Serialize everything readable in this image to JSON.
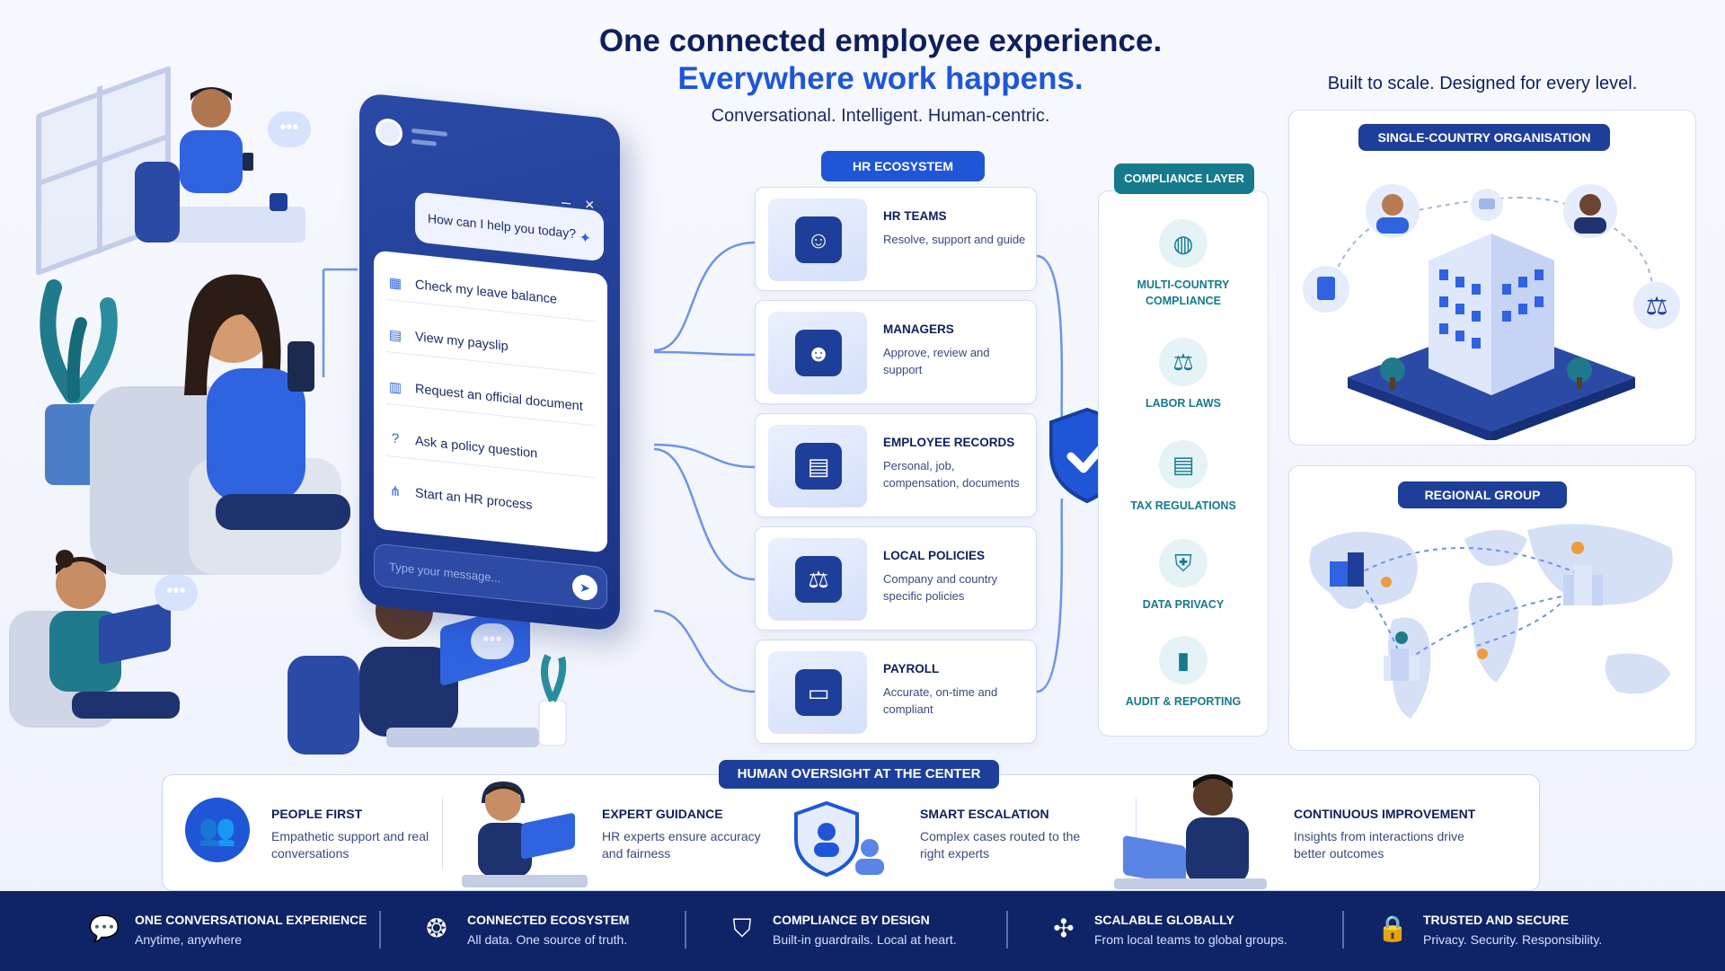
{
  "header": {
    "line1": "One connected employee experience.",
    "line2": "Everywhere work happens.",
    "tagline": "Conversational. Intelligent. Human-centric.",
    "scale_title": "Built to scale. Designed for every level."
  },
  "chat": {
    "prompt": "How can I help you today?",
    "menu": [
      {
        "label": "Check my leave balance",
        "icon": "calendar-icon"
      },
      {
        "label": "View my payslip",
        "icon": "document-icon"
      },
      {
        "label": "Request an official document",
        "icon": "file-icon"
      },
      {
        "label": "Ask a policy question",
        "icon": "question-icon"
      },
      {
        "label": "Start an HR process",
        "icon": "flow-icon"
      }
    ],
    "input_placeholder": "Type your message..."
  },
  "ecosystem": {
    "label": "HR ECOSYSTEM",
    "cards": [
      {
        "title": "HR TEAMS",
        "desc": "Resolve, support and guide",
        "icon": "laptop-user-icon"
      },
      {
        "title": "MANAGERS",
        "desc": "Approve, review and support",
        "icon": "manager-icon"
      },
      {
        "title": "EMPLOYEE RECORDS",
        "desc": "Personal, job, compensation, documents",
        "icon": "records-icon"
      },
      {
        "title": "LOCAL POLICIES",
        "desc": "Company and country specific policies",
        "icon": "gavel-icon"
      },
      {
        "title": "PAYROLL",
        "desc": "Accurate, on-time and compliant",
        "icon": "wallet-icon"
      }
    ]
  },
  "compliance": {
    "label": "COMPLIANCE LAYER",
    "items": [
      {
        "label": "MULTI-COUNTRY COMPLIANCE",
        "icon": "globe-icon"
      },
      {
        "label": "LABOR LAWS",
        "icon": "scales-icon"
      },
      {
        "label": "TAX REGULATIONS",
        "icon": "tax-document-icon"
      },
      {
        "label": "DATA PRIVACY",
        "icon": "lock-shield-icon"
      },
      {
        "label": "AUDIT & REPORTING",
        "icon": "bar-chart-icon"
      }
    ]
  },
  "organisation": {
    "single_label": "SINGLE-COUNTRY ORGANISATION",
    "regional_label": "REGIONAL GROUP"
  },
  "oversight": {
    "label": "HUMAN OVERSIGHT AT THE CENTER",
    "items": [
      {
        "title": "PEOPLE FIRST",
        "desc": "Empathetic support and real conversations"
      },
      {
        "title": "EXPERT GUIDANCE",
        "desc": "HR experts ensure accuracy and fairness"
      },
      {
        "title": "SMART ESCALATION",
        "desc": "Complex cases routed to the right experts"
      },
      {
        "title": "CONTINUOUS IMPROVEMENT",
        "desc": "Insights from interactions drive better outcomes"
      }
    ]
  },
  "footer": {
    "items": [
      {
        "title": "ONE CONVERSATIONAL EXPERIENCE",
        "desc": "Anytime, anywhere",
        "icon": "chat-bubbles-icon"
      },
      {
        "title": "CONNECTED ECOSYSTEM",
        "desc": "All data. One source of truth.",
        "icon": "network-icon"
      },
      {
        "title": "COMPLIANCE BY DESIGN",
        "desc": "Built-in guardrails. Local at heart.",
        "icon": "shield-check-icon"
      },
      {
        "title": "SCALABLE GLOBALLY",
        "desc": "From local teams to global groups.",
        "icon": "hub-icon"
      },
      {
        "title": "TRUSTED AND SECURE",
        "desc": "Privacy. Security. Responsibility.",
        "icon": "padlock-icon"
      }
    ]
  },
  "colors": {
    "navy": "#0f2466",
    "primary": "#1f56d6",
    "teal": "#157a8c",
    "background": "#f7f9fe"
  }
}
